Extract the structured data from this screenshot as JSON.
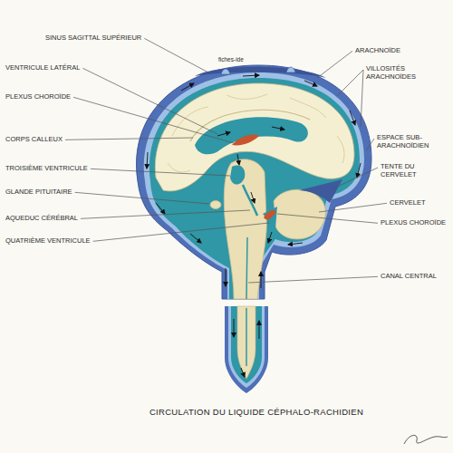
{
  "diagram": {
    "title": "CIRCULATION DU LIQUIDE CÉPHALO-RACHIDIEN",
    "labels": [
      "SINUS SAGITTAL SUPÉRIEUR",
      "fiches-ide",
      "ARACHNOÏDE",
      "VENTRICULE LATÉRAL",
      "VILLOSITÉS ARACHNOÏDES",
      "PLEXUS CHOROÏDE",
      "CORPS CALLEUX",
      "ESPACE SUB-ARACHNOÏDIEN",
      "TROISIÈME VENTRICULE",
      "TENTE DU CERVELET",
      "GLANDE PITUITAIRE",
      "CERVELET",
      "AQUEDUC CÉRÉBRAL",
      "PLEXUS CHOROÏDE",
      "QUATRIÈME VENTRICULE",
      "CANAL CENTRAL"
    ]
  }
}
